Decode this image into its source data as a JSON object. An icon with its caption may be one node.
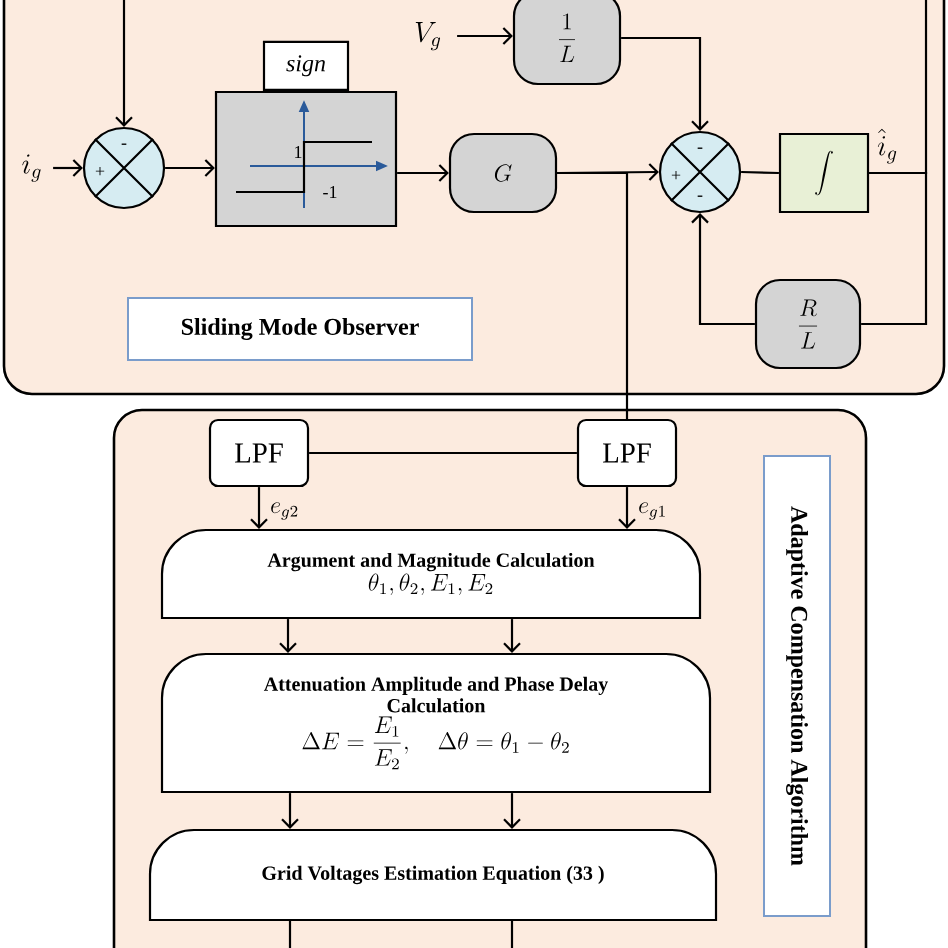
{
  "diagram": {
    "nodes": [
      {
        "text": [],
        "shape": "box"
      },
      {
        "text": [
          "V_g"
        ],
        "in": 0
      },
      {
        "text": [
          "\\frac{1}{L}"
        ],
        "in": 0
      },
      {
        "text": [
          "sign",
          "1",
          "-1"
        ],
        "in": 0
      },
      {
        "text": [
          "i_g"
        ],
        "in": 0
      },
      {
        "text": [
          "-",
          "+"
        ],
        "in": 0
      },
      {
        "text": [
          "G"
        ],
        "in": 0
      },
      {
        "text": [
          "-",
          "+",
          "-"
        ],
        "in": 0
      },
      {
        "text": [
          "\\int"
        ],
        "in": 0
      },
      {
        "text": [
          "\\frac{R}{L}"
        ],
        "in": 0
      },
      {
        "text": [
          "Sliding Mode Observer"
        ],
        "in": 0
      },
      {
        "text": [],
        "shape": "box"
      },
      {
        "text": [
          "LPF"
        ],
        "in": 11
      },
      {
        "text": [
          "LPF"
        ],
        "in": 11
      },
      {
        "text": [
          "Argument and Magnitude Calculation",
          "\\theta_1 , \\theta_2 , E_1 , E_2"
        ],
        "in": 11
      },
      {
        "text": [
          "Attenuation Amplitude and Phase Delay Calculation",
          "\\Delta E = \\frac{E_1}{E_2} , \\quad \\Delta\\theta = \\theta_1 - \\theta_2"
        ],
        "in": 11
      },
      {
        "text": [
          "Grid Voltages Estimation Equation (33 )"
        ],
        "in": 11
      },
      {
        "text": [
          "Adaptive Compensation Algorithm"
        ],
        "in": 11
      }
    ],
    "edges": [
      {
        "from": null,
        "to": 5,
        "arrow": "to"
      },
      {
        "from": 4,
        "to": 5,
        "arrow": "to"
      },
      {
        "from": 5,
        "to": 3,
        "arrow": "to"
      },
      {
        "from": 3,
        "to": 6,
        "arrow": "to"
      },
      {
        "from": 6,
        "to": 7,
        "arrow": "to"
      },
      {
        "from": 1,
        "to": 2,
        "arrow": "to"
      },
      {
        "from": 2,
        "to": 7,
        "arrow": "to"
      },
      {
        "from": 7,
        "to": 8,
        "arrow": "none"
      },
      {
        "from": 8,
        "to": null,
        "arrow": "none"
      },
      {
        "from": 8,
        "to": 9,
        "arrow": "none"
      },
      {
        "from": 9,
        "to": 7,
        "arrow": "to"
      },
      {
        "from": 6,
        "to": 13,
        "arrow": "none"
      },
      {
        "from": 13,
        "to": 12,
        "arrow": "none"
      },
      {
        "from": 12,
        "to": 14,
        "arrow": "to",
        "label": "e_{g2}"
      },
      {
        "from": 13,
        "to": 14,
        "arrow": "to",
        "label": "e_{g1}"
      },
      {
        "from": 14,
        "to": 15,
        "arrow": "to"
      },
      {
        "from": 14,
        "to": 15,
        "arrow": "to"
      },
      {
        "from": 15,
        "to": 16,
        "arrow": "to"
      },
      {
        "from": 15,
        "to": 16,
        "arrow": "to"
      },
      {
        "from": 16,
        "to": null,
        "arrow": "none"
      },
      {
        "from": 16,
        "to": null,
        "arrow": "none"
      }
    ],
    "labels": [
      "\\hat{i}_g"
    ]
  }
}
